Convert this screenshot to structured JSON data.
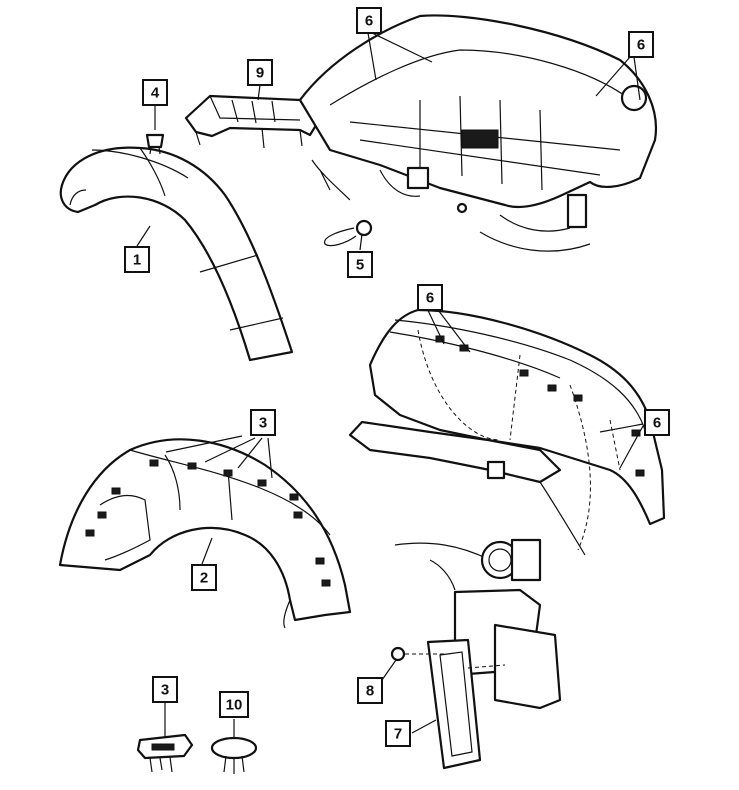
{
  "callouts": [
    {
      "id": "c1",
      "number": "1"
    },
    {
      "id": "c2",
      "number": "2"
    },
    {
      "id": "c3a",
      "number": "3"
    },
    {
      "id": "c3b",
      "number": "3"
    },
    {
      "id": "c4",
      "number": "4"
    },
    {
      "id": "c5",
      "number": "5"
    },
    {
      "id": "c6a",
      "number": "6"
    },
    {
      "id": "c6b",
      "number": "6"
    },
    {
      "id": "c6c",
      "number": "6"
    },
    {
      "id": "c6d",
      "number": "6"
    },
    {
      "id": "c7",
      "number": "7"
    },
    {
      "id": "c8",
      "number": "8"
    },
    {
      "id": "c9",
      "number": "9"
    },
    {
      "id": "c10",
      "number": "10"
    }
  ]
}
